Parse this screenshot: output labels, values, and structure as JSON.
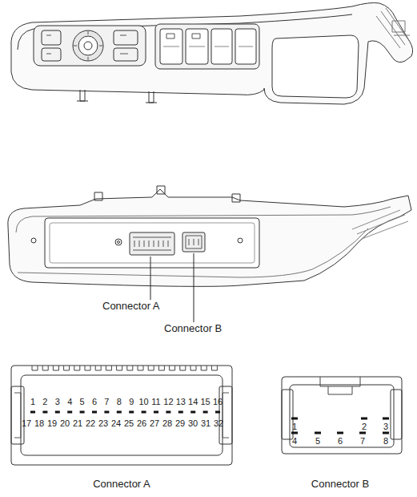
{
  "diagram": {
    "labels": [
      "Connector A",
      "Connector B",
      "1",
      "2",
      "3",
      "4",
      "5",
      "6",
      "7",
      "8",
      "9",
      "10",
      "11",
      "12",
      "13",
      "14",
      "15",
      "16",
      "17",
      "18",
      "19",
      "20",
      "21",
      "22",
      "23",
      "24",
      "25",
      "26",
      "27",
      "28",
      "29",
      "30",
      "31",
      "32",
      "1",
      "2",
      "3",
      "4",
      "5",
      "6",
      "7",
      "8",
      "Connector A",
      "Connector B"
    ]
  }
}
